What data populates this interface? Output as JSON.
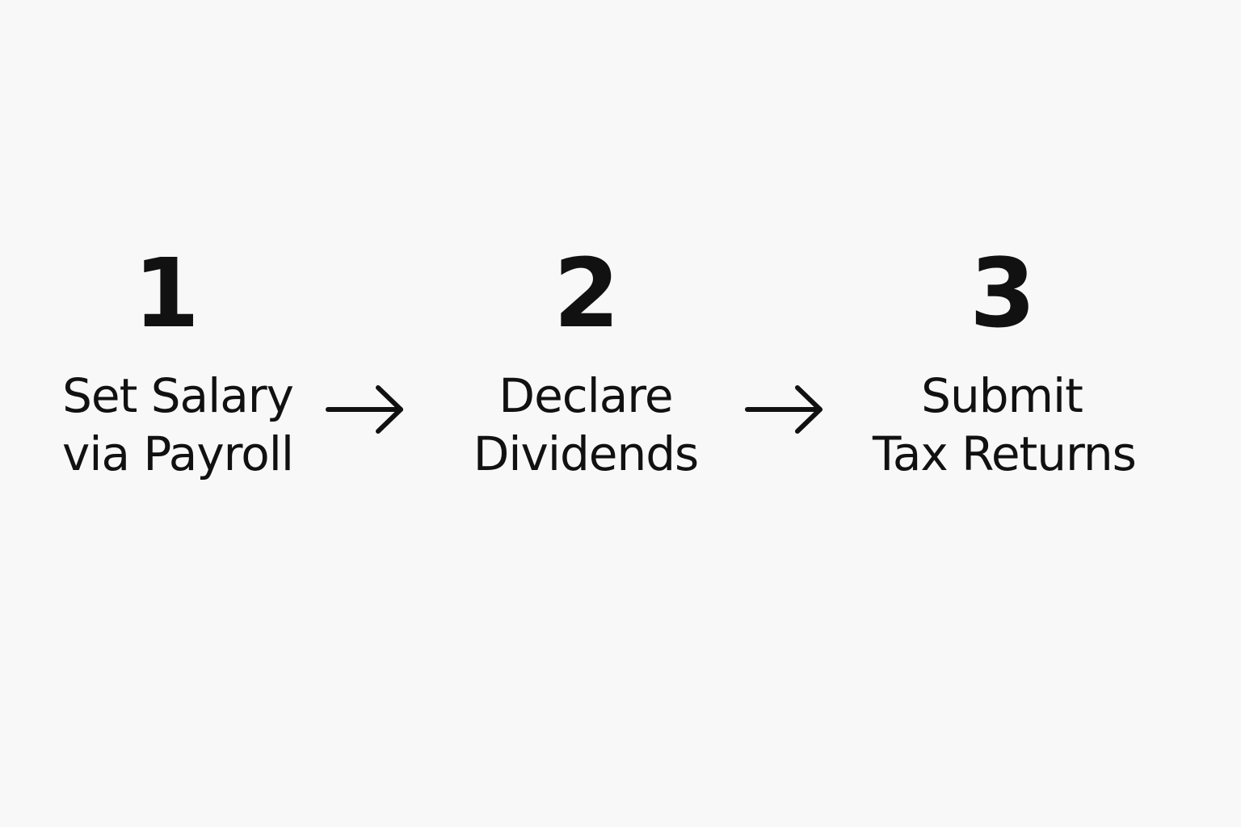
{
  "steps": [
    {
      "number": "1",
      "label_lines": [
        "Set Salary",
        "via Payroll"
      ]
    },
    {
      "number": "2",
      "label_lines": [
        "Declare",
        "Dividends"
      ]
    },
    {
      "number": "3",
      "label_lines": [
        "Submit",
        "Tax Returns"
      ]
    }
  ],
  "connectors": [
    {
      "icon": "right-arrow-icon"
    },
    {
      "icon": "right-arrow-icon"
    }
  ],
  "colors": {
    "background": "#f8f8f8",
    "text": "#111111"
  }
}
